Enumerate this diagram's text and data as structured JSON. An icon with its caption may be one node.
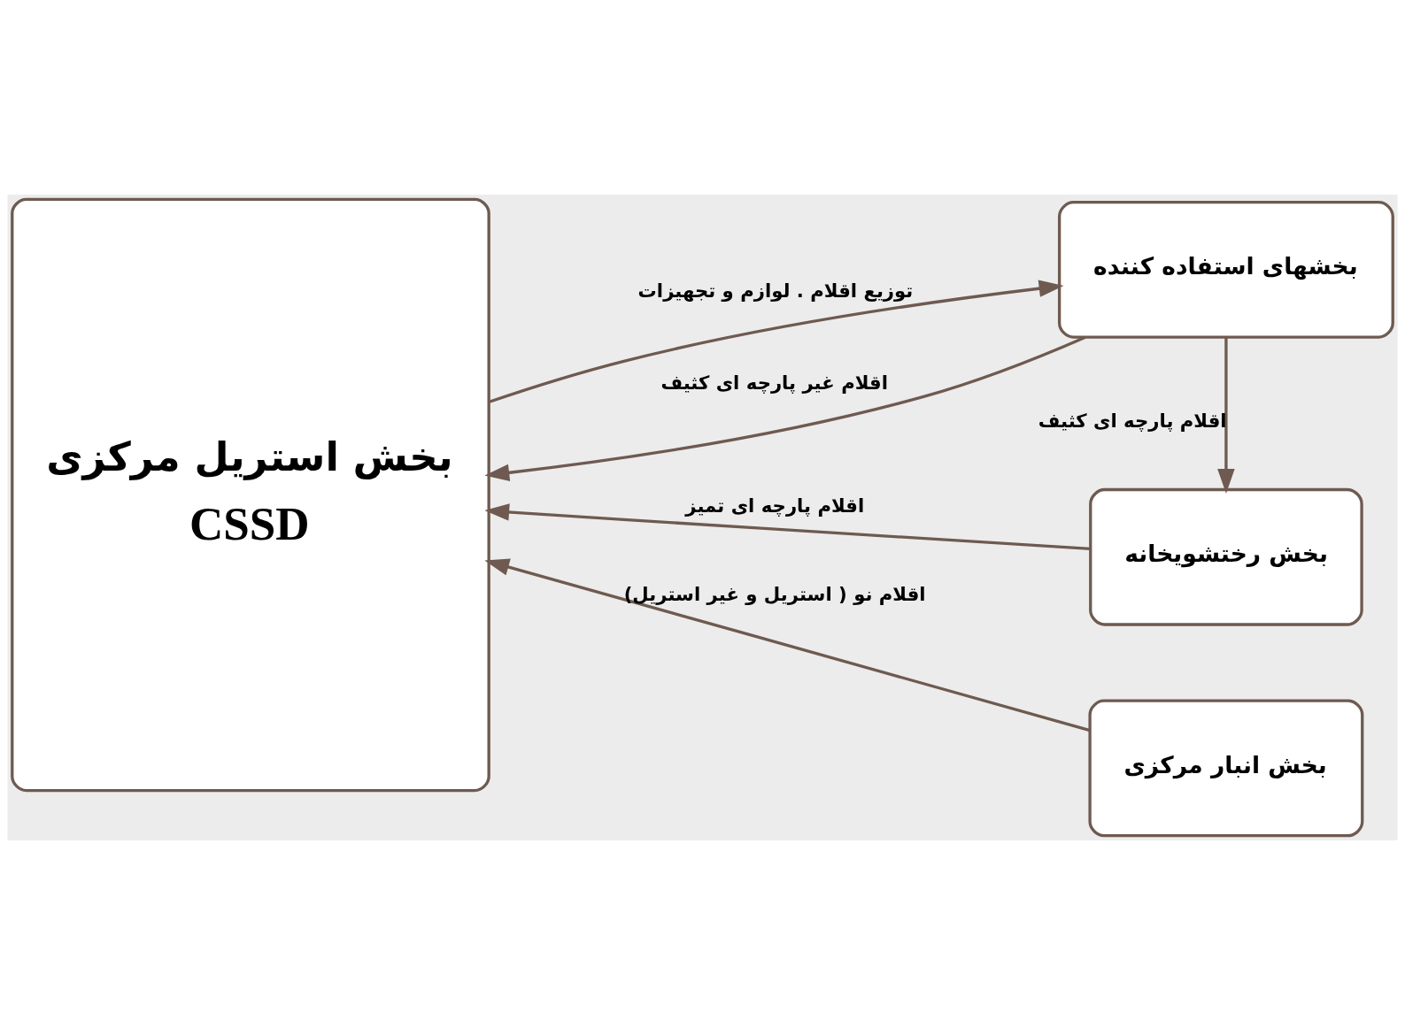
{
  "diagram": {
    "nodes": [
      {
        "text": [
          "بخش استریل مرکزی",
          "CSSD"
        ]
      },
      {
        "text": [
          "بخشهای استفاده کننده"
        ]
      },
      {
        "text": [
          "بخش رختشویخانه"
        ]
      },
      {
        "text": [
          "بخش انبار مرکزی"
        ]
      }
    ],
    "edges": [
      {
        "from": 1,
        "to": 0,
        "arrow": "to",
        "label": "اقلام غیر پارچه ای کثیف"
      },
      {
        "from": 0,
        "to": 1,
        "arrow": "to",
        "label": "توزیع اقلام . لوازم و تجهیزات"
      },
      {
        "from": 1,
        "to": 2,
        "arrow": "to",
        "label": "اقلام پارچه ای کثیف"
      },
      {
        "from": 2,
        "to": 0,
        "arrow": "to",
        "label": "اقلام پارچه ای تمیز"
      },
      {
        "from": 3,
        "to": 0,
        "arrow": "to",
        "label": "اقلام نو ( استریل و غیر استریل)"
      }
    ]
  }
}
